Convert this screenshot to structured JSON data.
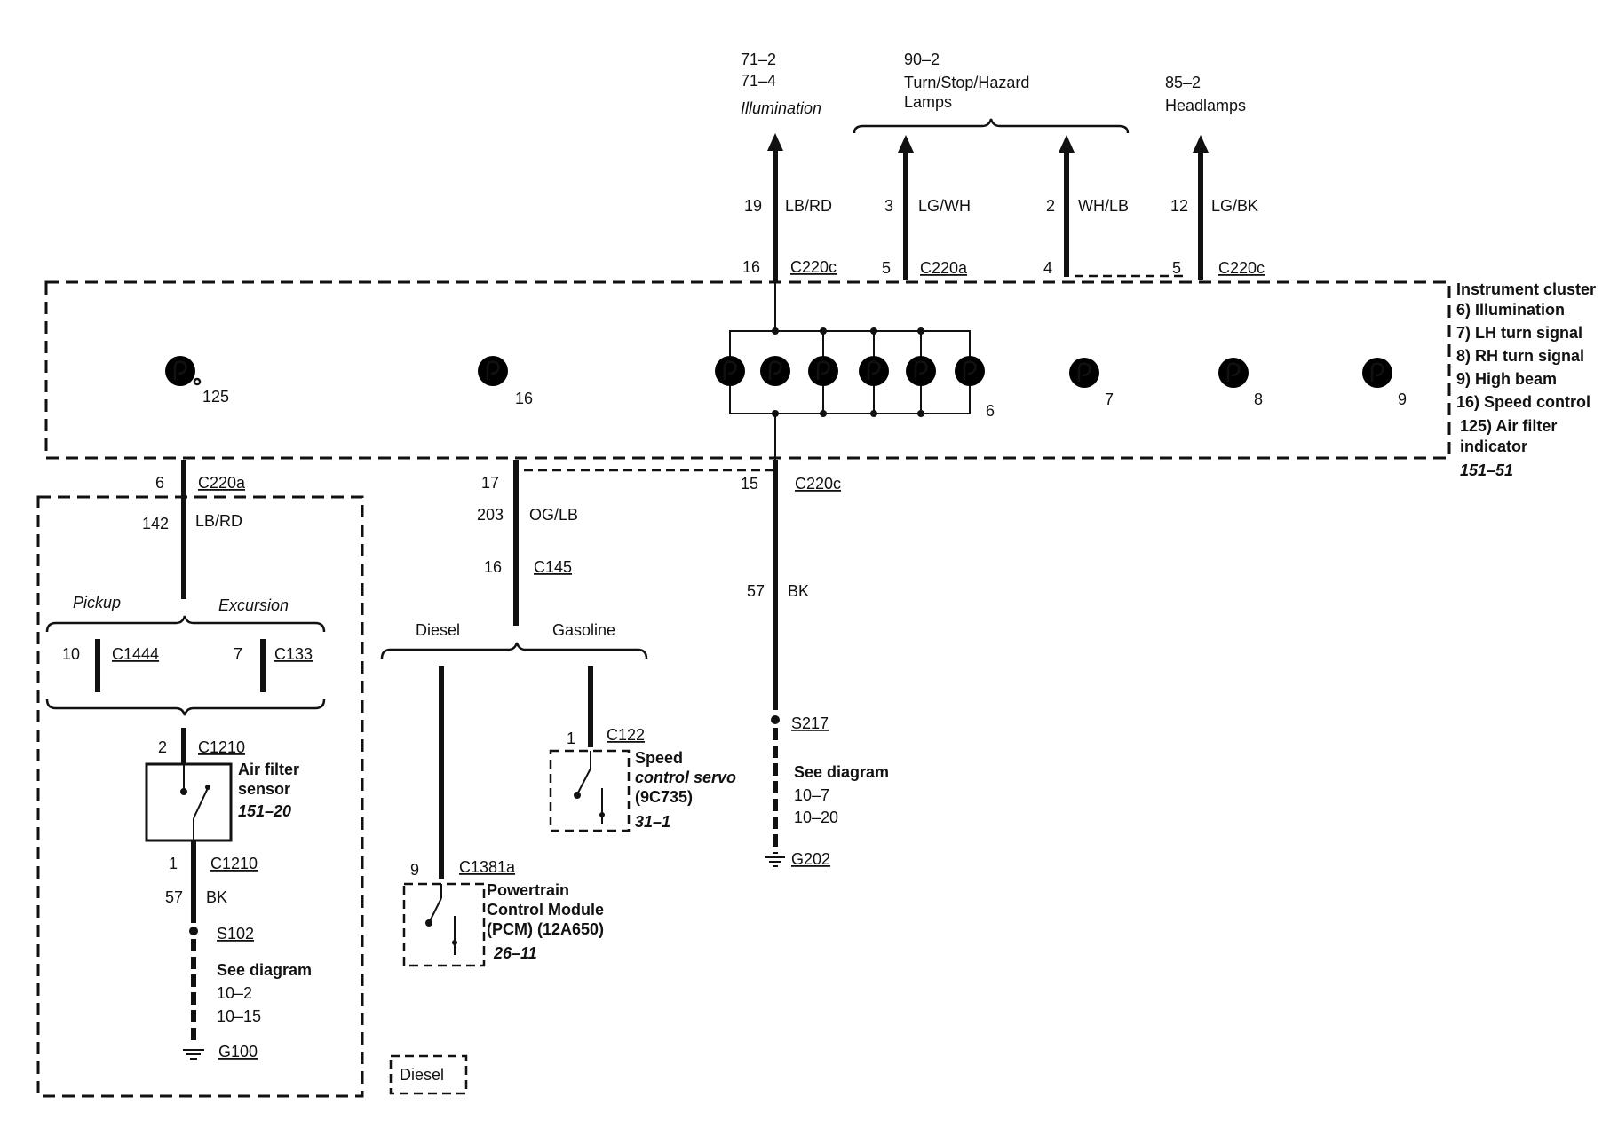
{
  "top": {
    "illum": {
      "ref1": "71–2",
      "ref2": "71–4",
      "label": "Illumination",
      "pin_upper": "19",
      "color": "LB/RD",
      "pin": "16",
      "conn": "C220c"
    },
    "turn": {
      "ref": "90–2",
      "label1": "Turn/Stop/Hazard",
      "label2": "Lamps",
      "lh": {
        "pin_upper": "3",
        "color": "LG/WH",
        "pin": "5",
        "conn": "C220a"
      },
      "rh": {
        "pin_upper": "2",
        "color": "WH/LB",
        "pin": "4"
      }
    },
    "head": {
      "ref": "85–2",
      "label": "Headlamps",
      "pin_upper": "12",
      "color": "LG/BK",
      "pin": "5",
      "conn": "C220c"
    }
  },
  "cluster": {
    "title": "Instrument cluster",
    "legend": [
      "6) Illumination",
      "7) LH turn signal",
      "8) RH turn signal",
      "9) High beam",
      "16) Speed control",
      "125)  Air filter",
      "indicator"
    ],
    "ref": "151–51",
    "bulb_labels": {
      "b125": "125",
      "b16": "16",
      "b6": "6",
      "b7": "7",
      "b8": "8",
      "b9": "9"
    }
  },
  "air_filter": {
    "pin_top": "6",
    "conn_top": "C220a",
    "circuit": "142",
    "color": "LB/RD",
    "pickup": "Pickup",
    "excursion": "Excursion",
    "c1444_pin": "10",
    "c1444": "C1444",
    "c133_pin": "7",
    "c133": "C133",
    "c1210_pin_top": "2",
    "c1210": "C1210",
    "sensor_line1": "Air filter",
    "sensor_line2": "sensor",
    "sensor_ref": "151–20",
    "c1210_pin_bot": "1",
    "gnd_circuit": "57",
    "gnd_color": "BK",
    "splice": "S102",
    "see": "See diagram",
    "see_ref1": "10–2",
    "see_ref2": "10–15",
    "ground": "G100"
  },
  "speed": {
    "pin_top": "17",
    "circuit": "203",
    "color": "OG/LB",
    "c145_pin": "16",
    "c145": "C145",
    "diesel": "Diesel",
    "gasoline": "Gasoline",
    "c122_pin": "1",
    "c122": "C122",
    "servo1": "Speed",
    "servo2": "control servo",
    "servo3": "(9C735)",
    "servo_ref": "31–1",
    "c1381_pin": "9",
    "c1381": "C1381a",
    "pcm1": "Powertrain",
    "pcm2": "Control Module",
    "pcm3": "(PCM) (12A650)",
    "pcm_ref": "26–11"
  },
  "ground": {
    "pin": "15",
    "conn": "C220c",
    "circuit": "57",
    "color": "BK",
    "splice": "S217",
    "see": "See diagram",
    "see_ref1": "10–7",
    "see_ref2": "10–20",
    "ground": "G202"
  },
  "footnote": "Diesel"
}
